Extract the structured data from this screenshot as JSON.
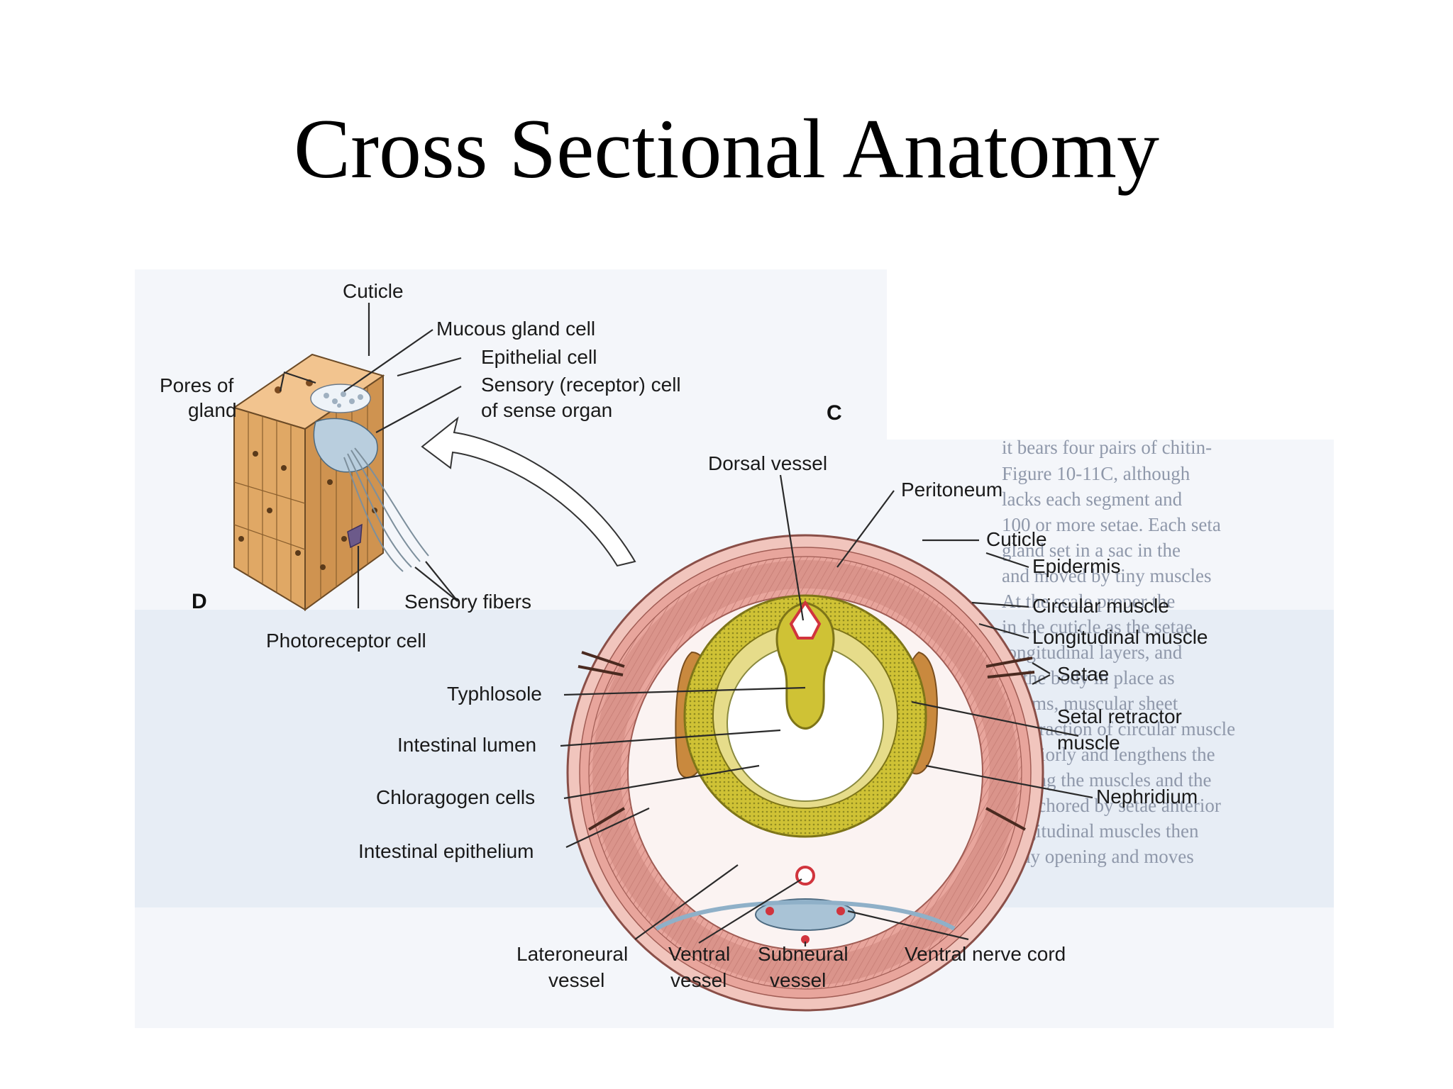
{
  "slide": {
    "title": "Cross Sectional Anatomy"
  },
  "figure": {
    "panels": {
      "c": "C",
      "d": "D"
    },
    "detail_labels": {
      "cuticle": "Cuticle",
      "mucous_gland_cell": "Mucous gland cell",
      "pores_of_gland_1": "Pores of",
      "pores_of_gland_2": "gland",
      "epithelial_cell": "Epithelial cell",
      "sensory_cell_1": "Sensory (receptor) cell",
      "sensory_cell_2": "of sense organ",
      "sensory_fibers": "Sensory fibers",
      "photoreceptor_cell": "Photoreceptor cell"
    },
    "section_labels": {
      "dorsal_vessel": "Dorsal vessel",
      "peritoneum": "Peritoneum",
      "cuticle": "Cuticle",
      "epidermis": "Epidermis",
      "circular_muscle": "Circular muscle",
      "longitudinal_muscle": "Longitudinal muscle",
      "setae": "Setae",
      "setal_retractor_1": "Setal retractor",
      "setal_retractor_2": "muscle",
      "nephridium": "Nephridium",
      "typhlosole": "Typhlosole",
      "intestinal_lumen": "Intestinal lumen",
      "chloragogen_cells": "Chloragogen cells",
      "intestinal_epithelium": "Intestinal epithelium",
      "lateroneural_1": "Lateroneural",
      "lateroneural_2": "vessel",
      "ventral_vessel_1": "Ventral",
      "ventral_vessel_2": "vessel",
      "subneural_1": "Subneural",
      "subneural_2": "vessel",
      "ventral_nerve_cord": "Ventral nerve cord"
    },
    "background_text": [
      "it bears four pairs of chitin-",
      "Figure 10-11C, although",
      "lacks each segment and",
      "100 or more setae. Each seta",
      "gland set in a sac in the",
      "and moved by tiny muscles",
      "At the scale proper the",
      "in the cuticle as the setae",
      "longitudinal layers, and",
      "of the body in place as",
      "worms, muscular sheet",
      "Contraction of circular muscle",
      "anteriorly and lengthens the",
      "pulling the muscles and the",
      "is anchored by setae anterior",
      "longitudinal muscles then",
      "body opening and moves"
    ],
    "colors": {
      "body_wall": "#e8a59c",
      "muscle": "#d98f86",
      "chloragogen": "#cfc235",
      "skin_block": "#e0a865",
      "nephridium": "#c9893e",
      "blood_vessel": "#d1343d",
      "nerve_tissue": "#a9c3d6",
      "background_page": "#f4f6fa",
      "background_shade": "#e7edf5"
    }
  }
}
